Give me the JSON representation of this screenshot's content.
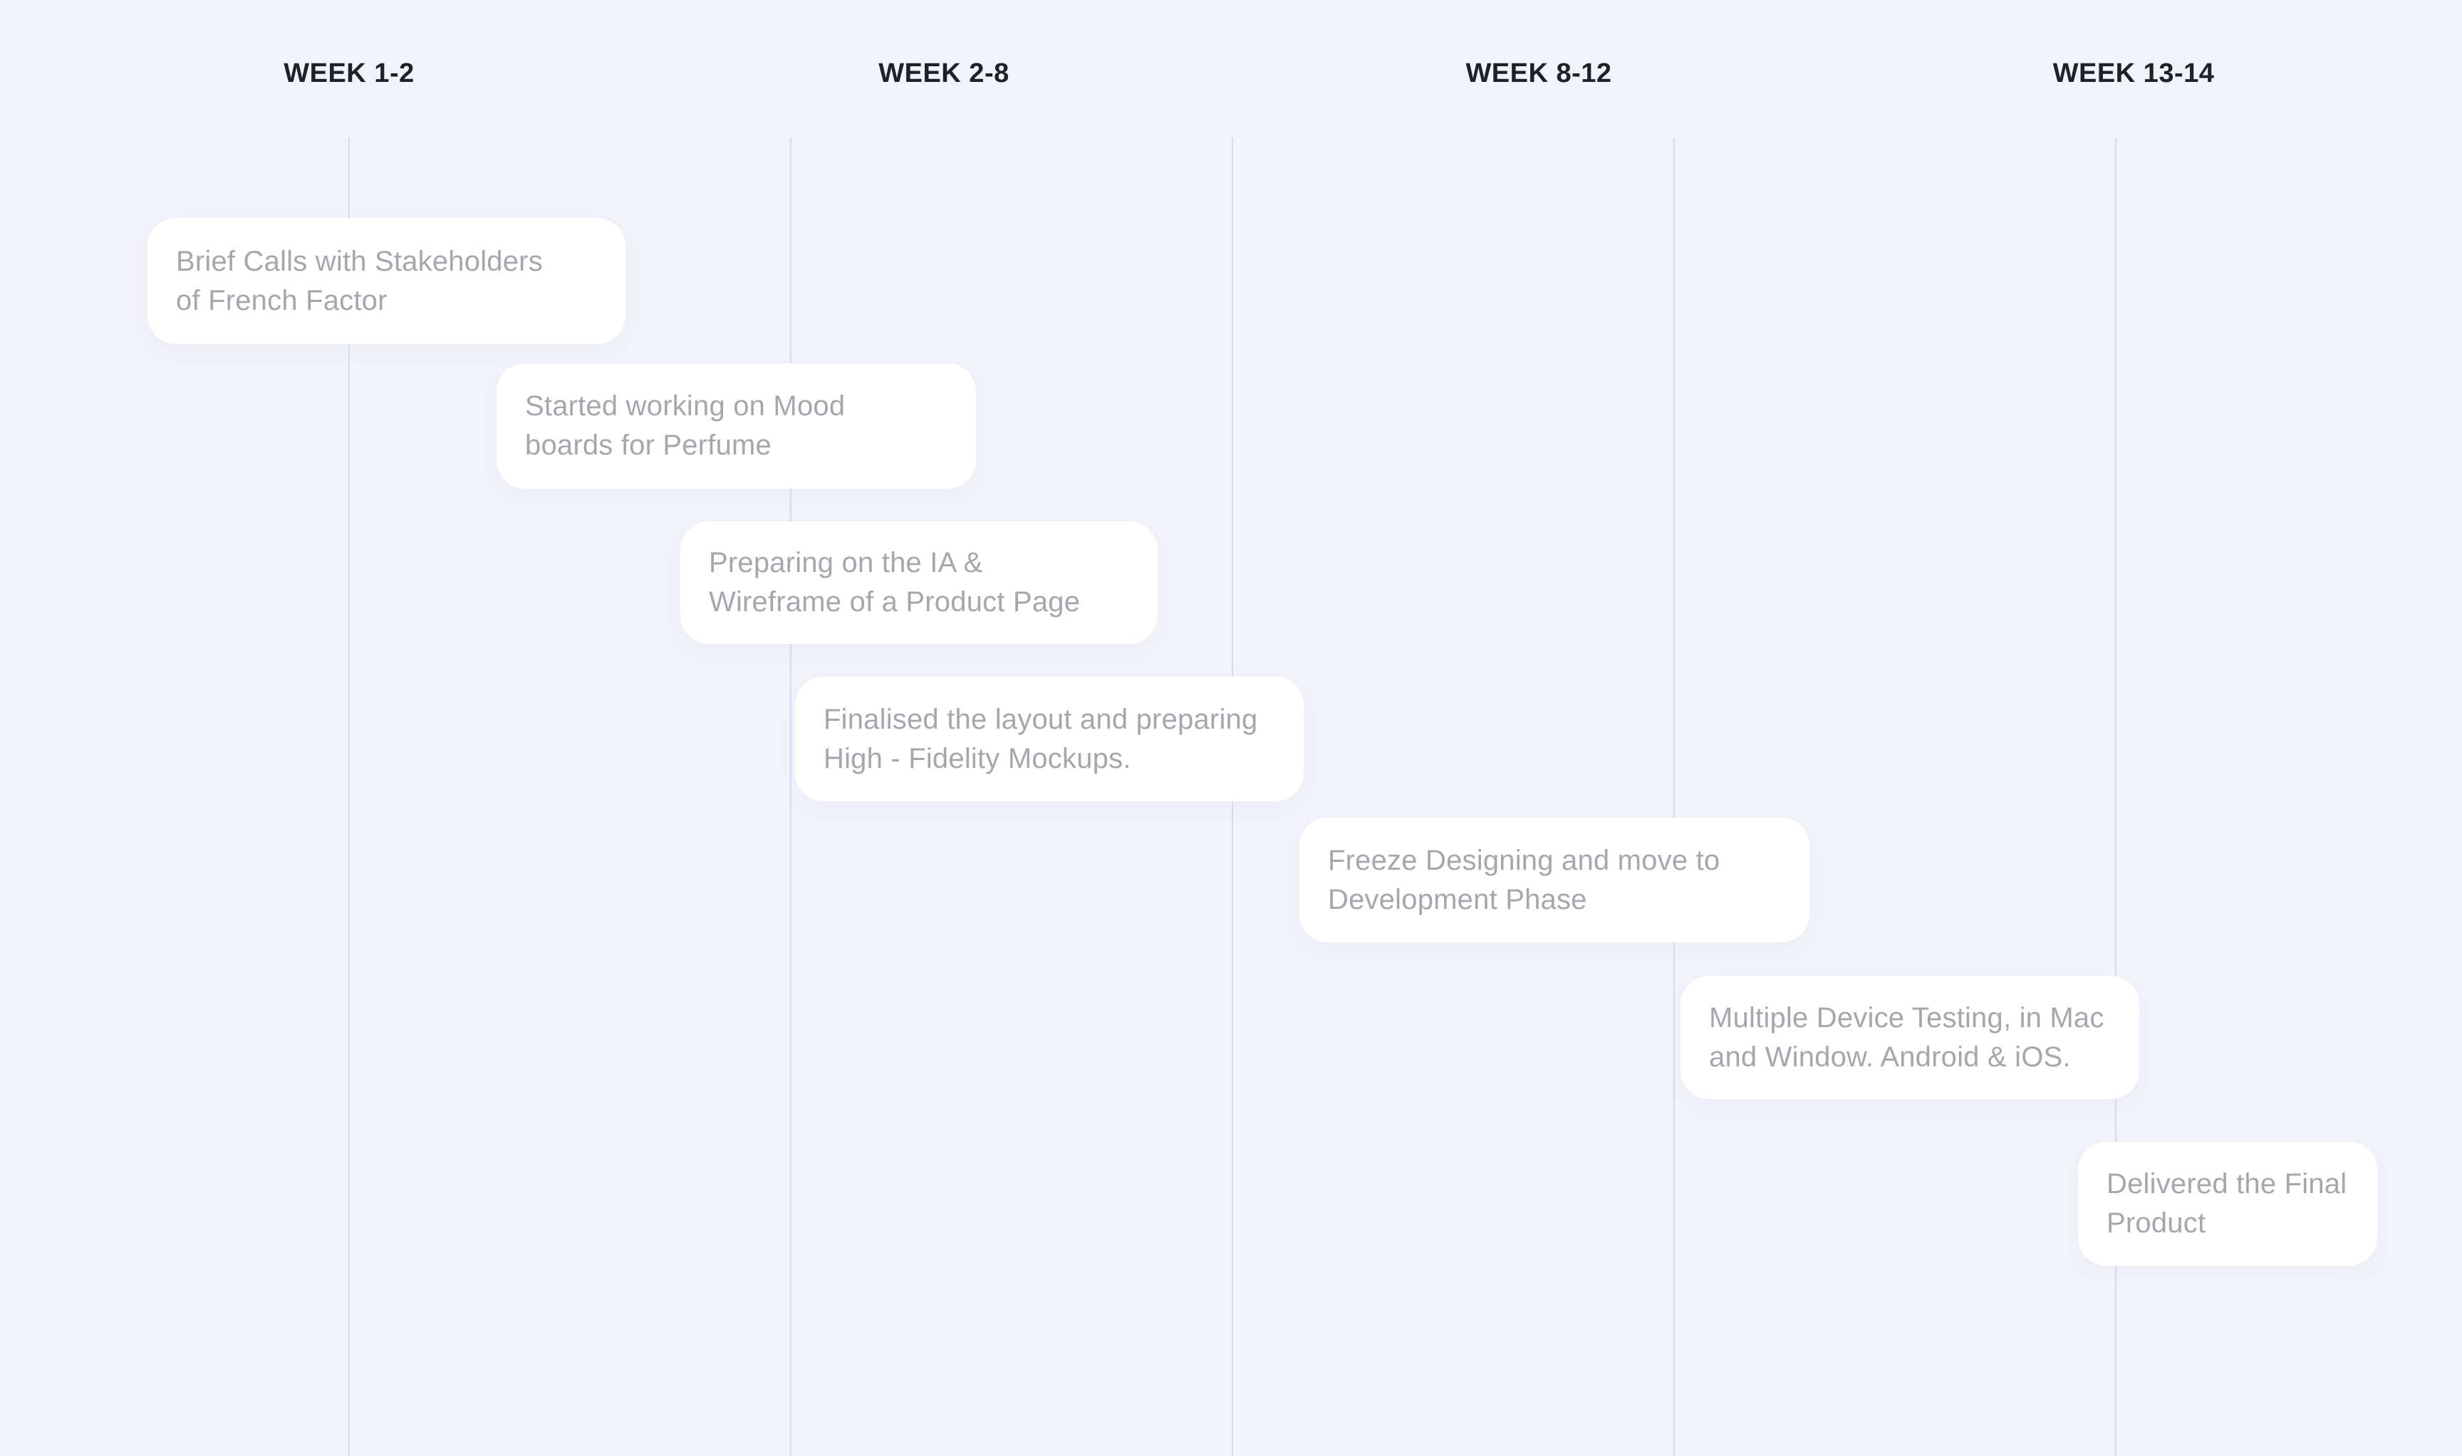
{
  "timeline": {
    "columns": [
      "WEEK 1-2",
      "WEEK 2-8",
      "WEEK 8-12",
      "WEEK 13-14"
    ],
    "milestones": [
      {
        "text": "Brief Calls with Stakeholders\nof French Factor"
      },
      {
        "text": "Started working on Mood\nboards for Perfume"
      },
      {
        "text": "Preparing on the IA &\nWireframe of a Product Page"
      },
      {
        "text": "Finalised the layout and preparing\nHigh - Fidelity Mockups."
      },
      {
        "text": "Freeze Designing and move to\nDevelopment Phase"
      },
      {
        "text": "Multiple Device Testing, in Mac\nand Window. Android & iOS."
      },
      {
        "text": "Delivered the Final\nProduct"
      }
    ]
  },
  "colors": {
    "background": "#F2F2FB",
    "grid_line": "#D5DBF4",
    "card_background": "#FFFFFF",
    "card_text": "#A6A6AD",
    "header_text": "#202027"
  }
}
